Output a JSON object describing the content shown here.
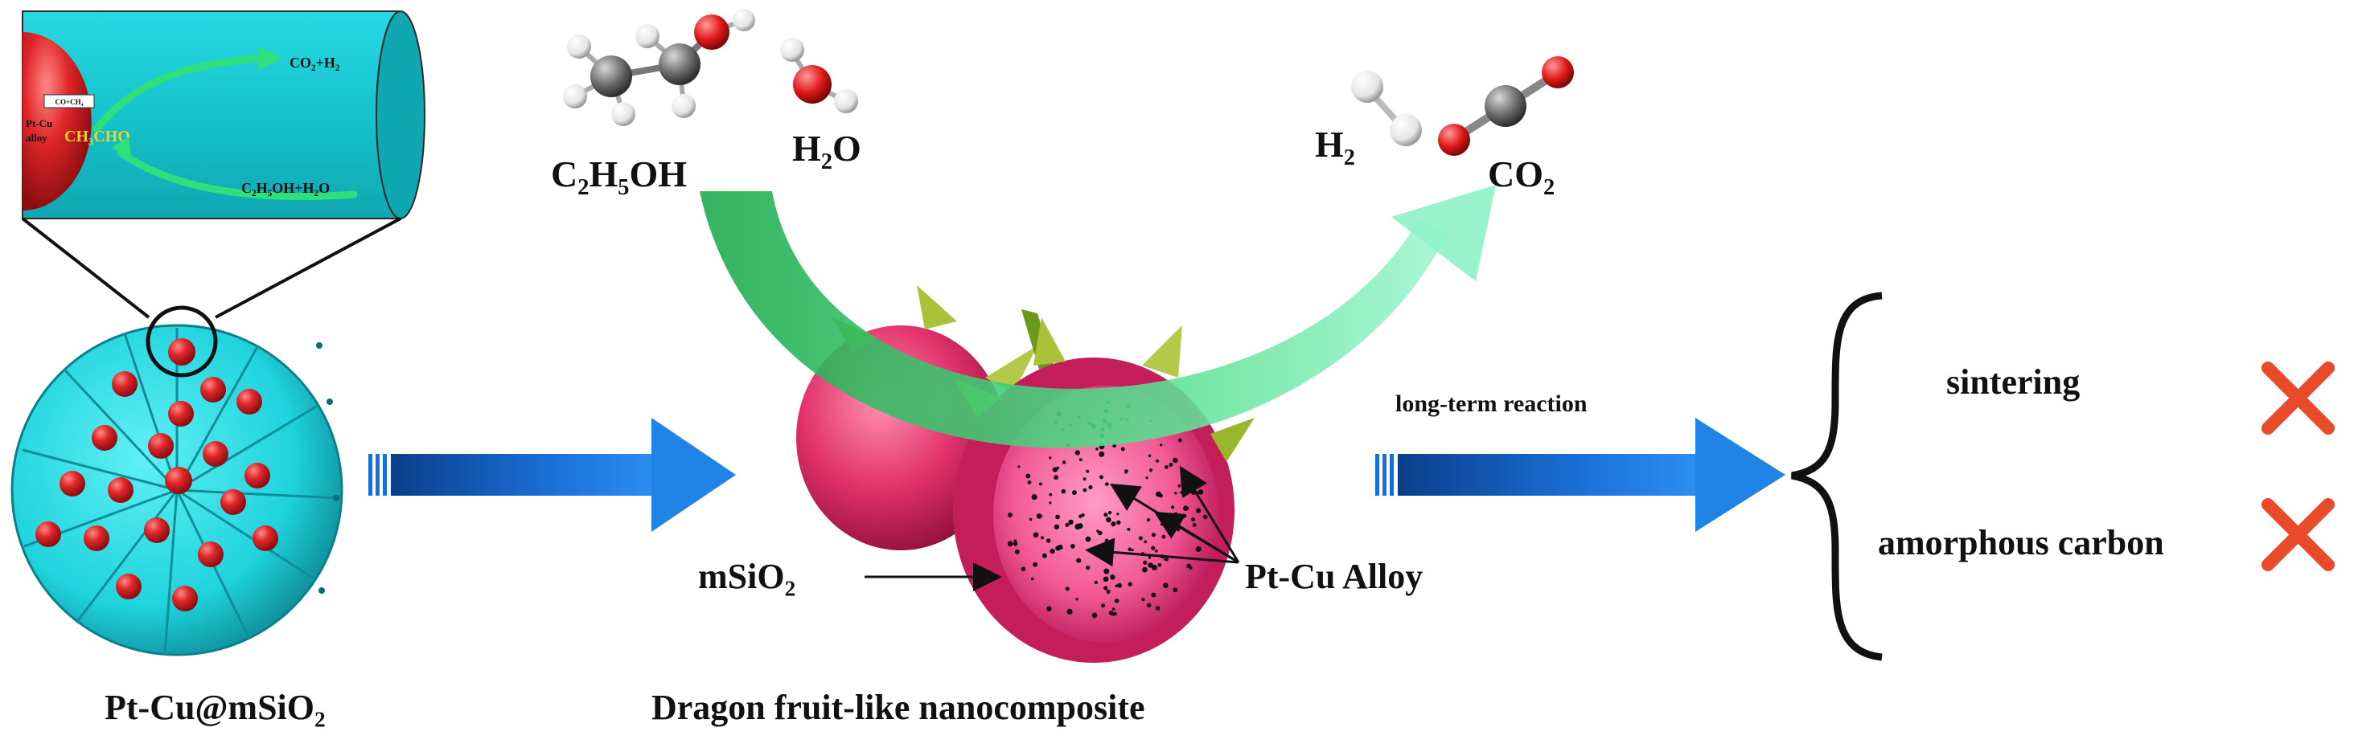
{
  "colors": {
    "cyan": "#1fd3dd",
    "cyan_dark": "#0f9ea8",
    "particle_red": "#e0262a",
    "arrow_blue": "#1a6fd6",
    "arrow_green": "#27c25a",
    "arrow_green_light": "#7ff0c3",
    "cross_red": "#e84a2a",
    "fruit_pink": "#e0306a",
    "text_yellow": "#f2d21a"
  },
  "inset": {
    "label_box": "CO+CH4",
    "alloy_label_line1": "Pt-Cu",
    "alloy_label_line2": "alloy",
    "intermediate": "CH3CHO",
    "product": "CO2+H2",
    "reactant": "C2H5OH+H2O"
  },
  "molecules": {
    "ethanol": "C2H5OH",
    "water": "H2O",
    "hydrogen": "H2",
    "carbon_dioxide": "CO2"
  },
  "fruit_labels": {
    "shell": "mSiO2",
    "alloy": "Pt-Cu Alloy"
  },
  "reaction": {
    "arrow_label": "long-term reaction",
    "outcome_1": "sintering",
    "outcome_2": "amorphous carbon"
  },
  "captions": {
    "left": "Pt-Cu@mSiO2",
    "center": "Dragon fruit-like nanocomposite"
  }
}
